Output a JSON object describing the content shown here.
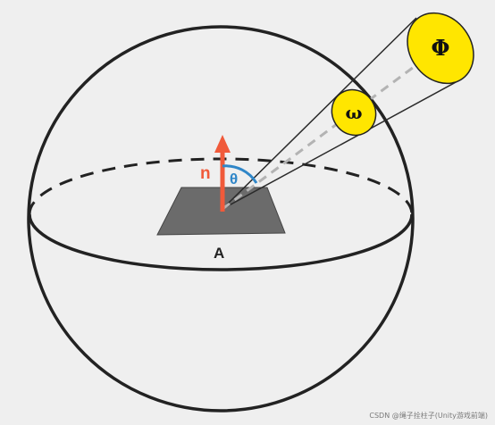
{
  "labels": {
    "normal": "n",
    "theta": "θ",
    "area": "A",
    "solid_angle": "ω",
    "flux": "Φ"
  },
  "watermark": "CSDN @绳子拴柱子(Unity游戏前端)",
  "colors": {
    "background": "#efefef",
    "outline": "#222222",
    "normal_arrow": "#f05a3a",
    "theta_arc": "#2f86c8",
    "patch": "#6b6b6b",
    "cone_fill": "#ffe600",
    "ray_dashed": "#b0b0b0"
  }
}
